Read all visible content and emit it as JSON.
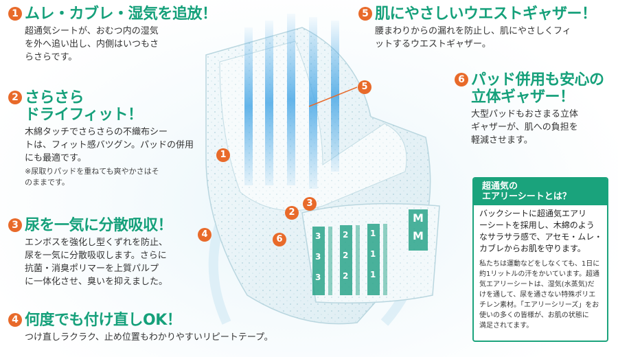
{
  "colors": {
    "accent_green": "#15a07a",
    "badge_orange": "#e86a2a",
    "ray_blue": "#4aa8e6"
  },
  "features": [
    {
      "number": "1",
      "title_lines": [
        "ムレ・カブレ・湿気を追放！"
      ],
      "description": "超通気シートが、おむつ内の湿気\nを外へ追い出し、内側はいつもさ\nらさらです。"
    },
    {
      "number": "2",
      "title_lines": [
        "さらさら",
        "ドライフィット！"
      ],
      "description": "木綿タッチでさらさらの不織布シー\nトは、フィット感バツグン。パッドの併用\nにも最適です。",
      "note": "※尿取りパッドを重ねても爽やかさはそ\nのままです。"
    },
    {
      "number": "3",
      "title_lines": [
        "尿を一気に分散吸収！"
      ],
      "description": "エンボスを強化し型くずれを防止、\n尿を一気に分散吸収します。さらに\n抗菌・消臭ポリマーを上質パルプ\nに一体化させ、臭いを抑えました。"
    },
    {
      "number": "4",
      "title_lines": [
        "何度でも付け直しOK！"
      ],
      "description": "つけ直しラクラク、止め位置もわかりやすいリピートテープ。"
    },
    {
      "number": "5",
      "title_lines": [
        "肌にやさしいウエストギャザー！"
      ],
      "description": "腰まわりからの漏れを防止し、肌にやさしくフィ\nットするウエストギャザー。"
    },
    {
      "number": "6",
      "title_lines": [
        "パッド併用も安心の",
        "立体ギャザー！"
      ],
      "description": "大型パッドもおさまる立体\nギャザーが、肌への負担を\n軽減させます。"
    }
  ],
  "info_box": {
    "heading": "超通気の\nエアリーシートとは？",
    "description": "バックシートに超通気エアリ\nーシートを採用し、木綿のよう\nなサラサラ感で、アセモ・ムレ・\nカブレからお肌を守ります。",
    "note": "私たちは運動などをしなくても、1日に\n約1リットルの汗をかいています。超通\n気エアリーシートは、湿気(水蒸気)だ\nけを通して、尿を通さない特殊ポリエ\nチレン素材。「エアリーシリーズ」をお\n使いの多くの皆様が、お肌の状態に\n満足されてます。"
  },
  "diagram": {
    "callouts": [
      "5",
      "1",
      "2",
      "3",
      "4",
      "6"
    ],
    "panel_digits": [
      "3",
      "2",
      "1",
      "3",
      "2",
      "1",
      "3",
      "2",
      "1"
    ],
    "panel_letters": [
      "M",
      "M"
    ]
  }
}
